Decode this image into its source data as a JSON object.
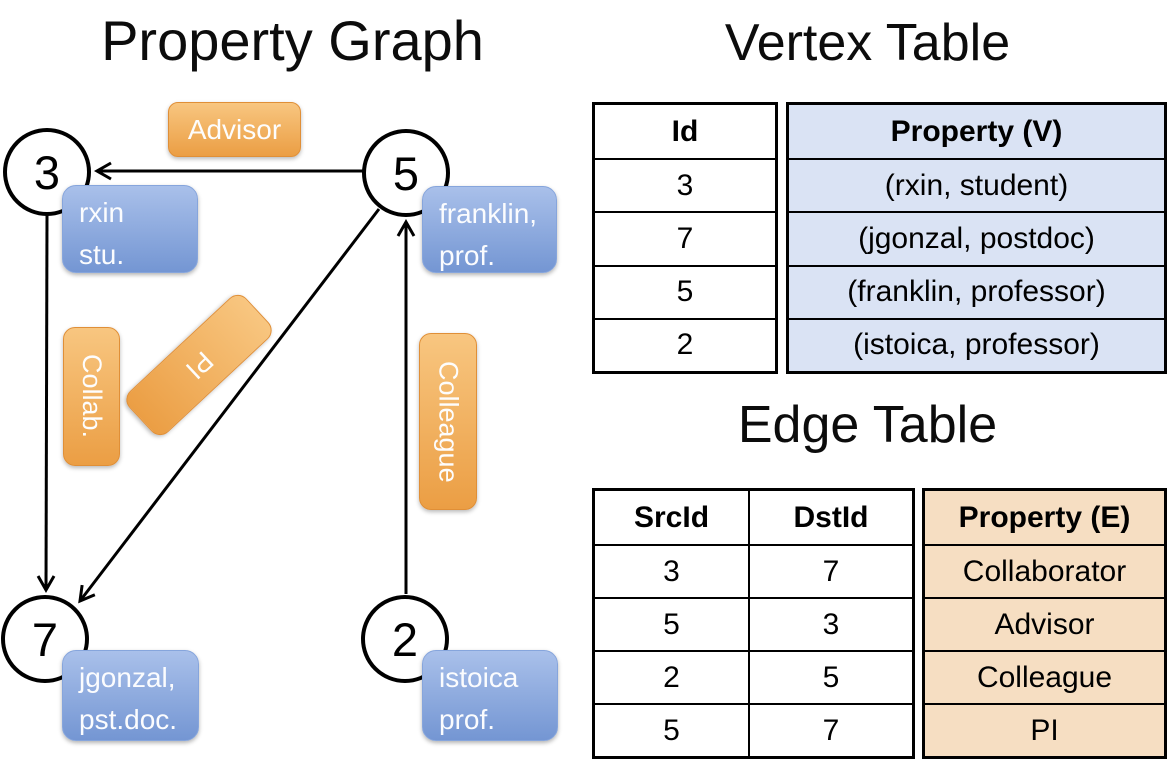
{
  "graph": {
    "title": "Property Graph",
    "nodes": {
      "n3": "3",
      "n5": "5",
      "n7": "7",
      "n2": "2"
    },
    "property_boxes": {
      "rxin": {
        "line1": "rxin",
        "line2": "stu."
      },
      "franklin": {
        "line1": "franklin,",
        "line2": "prof."
      },
      "jgonzal": {
        "line1": "jgonzal,",
        "line2": "pst.doc."
      },
      "istoica": {
        "line1": "istoica",
        "line2": "prof."
      }
    },
    "edge_labels": {
      "advisor": "Advisor",
      "collab": "Collab.",
      "pi": "PI",
      "colleague": "Colleague"
    }
  },
  "vertex_table": {
    "title": "Vertex Table",
    "columns": {
      "id": "Id",
      "property": "Property (V)"
    },
    "rows": [
      {
        "id": "3",
        "property": "(rxin, student)"
      },
      {
        "id": "7",
        "property": "(jgonzal, postdoc)"
      },
      {
        "id": "5",
        "property": "(franklin, professor)"
      },
      {
        "id": "2",
        "property": "(istoica, professor)"
      }
    ]
  },
  "edge_table": {
    "title": "Edge Table",
    "columns": {
      "src": "SrcId",
      "dst": "DstId",
      "property": "Property (E)"
    },
    "rows": [
      {
        "src": "3",
        "dst": "7",
        "property": "Collaborator"
      },
      {
        "src": "5",
        "dst": "3",
        "property": "Advisor"
      },
      {
        "src": "2",
        "dst": "5",
        "property": "Colleague"
      },
      {
        "src": "5",
        "dst": "7",
        "property": "PI"
      }
    ]
  },
  "colors": {
    "edge_label_fill": "#f0a64d",
    "vertex_property_fill": "#7b9cd7",
    "vertex_table_cell": "#dae3f4",
    "edge_table_cell": "#f6dec2",
    "line": "#000000"
  }
}
